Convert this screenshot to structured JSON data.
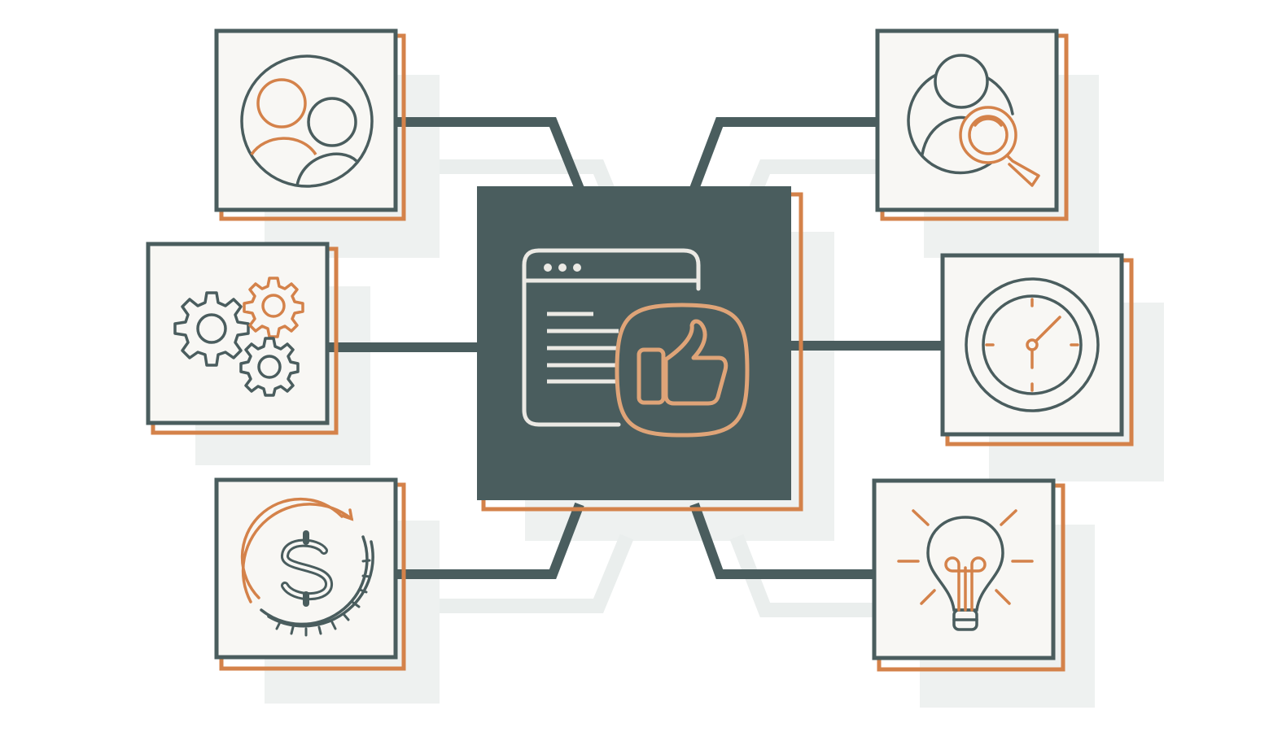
{
  "colors": {
    "dark": "#4a5d5e",
    "orange": "#d4824a",
    "light_orange": "#dfa478",
    "card_fill": "#f8f7f4",
    "shadow": "#eaeeed",
    "background": "#ffffff"
  },
  "center": {
    "icon": "browser-window-thumbs-up-icon"
  },
  "nodes": [
    {
      "id": "team",
      "icon": "people-group-icon"
    },
    {
      "id": "settings",
      "icon": "gears-icon"
    },
    {
      "id": "money",
      "icon": "dollar-cycle-icon"
    },
    {
      "id": "user-search",
      "icon": "user-search-icon"
    },
    {
      "id": "time",
      "icon": "clock-icon"
    },
    {
      "id": "idea",
      "icon": "lightbulb-icon"
    }
  ]
}
